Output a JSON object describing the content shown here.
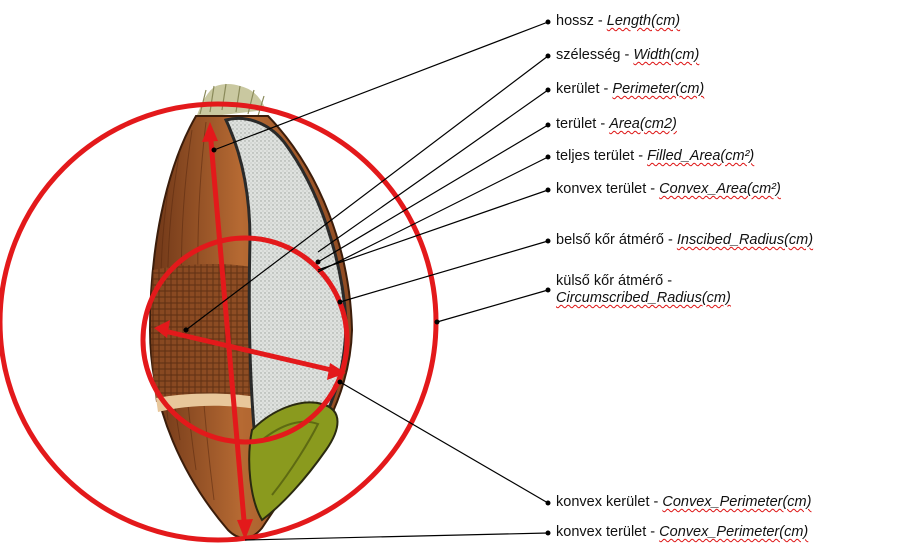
{
  "colors": {
    "accent_red": "#e3191b",
    "leader_line": "#000000",
    "husk_brown": "#a45a2c",
    "endosperm": "#d6d9d6",
    "embryo_green": "#8a9a1e"
  },
  "labels": [
    {
      "hu": "hossz - ",
      "en": "Length(cm)"
    },
    {
      "hu": "szélesség - ",
      "en": "Width(cm)"
    },
    {
      "hu": "kerület - ",
      "en": "Perimeter(cm)"
    },
    {
      "hu": "terület - ",
      "en": "Area(cm2)"
    },
    {
      "hu": "teljes terület - ",
      "en": "Filled_Area(cm²)"
    },
    {
      "hu": "konvex terület - ",
      "en": "Convex_Area(cm²)"
    },
    {
      "hu": "belső kőr átmérő - ",
      "en": "Inscibed_Radius(cm)"
    },
    {
      "hu": "külső kőr átmérő -",
      "en": "Circumscribed_Radius(cm)"
    },
    {
      "hu": "konvex kerület - ",
      "en": "Convex_Perimeter(cm)"
    },
    {
      "hu": "konvex terület - ",
      "en": "Convex_Perimeter(cm)"
    }
  ]
}
